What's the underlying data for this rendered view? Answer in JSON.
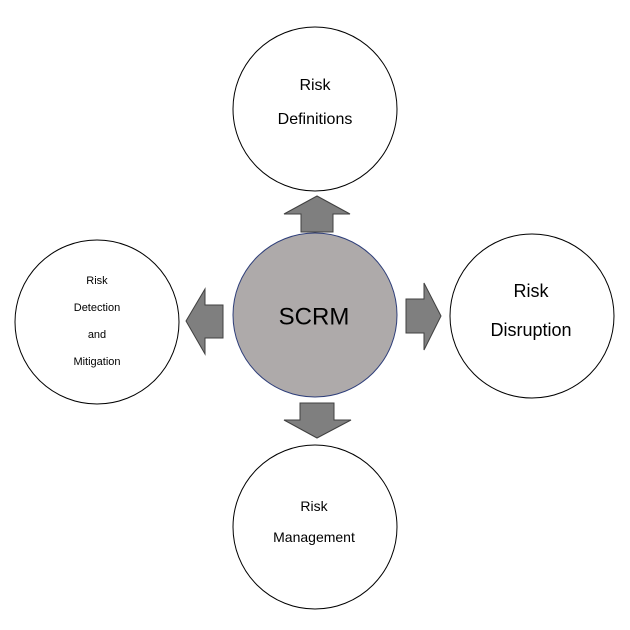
{
  "center": {
    "label": "SCRM",
    "fill": "#aeaaaa",
    "stroke": "#2f3f7a"
  },
  "nodes": {
    "top": {
      "lines": [
        "Risk",
        "Definitions"
      ]
    },
    "right": {
      "lines": [
        "Risk",
        "Disruption"
      ]
    },
    "bottom": {
      "lines": [
        "Risk",
        "Management"
      ]
    },
    "left": {
      "lines": [
        "Risk",
        "Detection",
        "and",
        "Mitigation"
      ]
    }
  },
  "colors": {
    "arrow_fill": "#7f7f7f",
    "arrow_stroke": "#404040",
    "node_stroke": "#000000"
  }
}
